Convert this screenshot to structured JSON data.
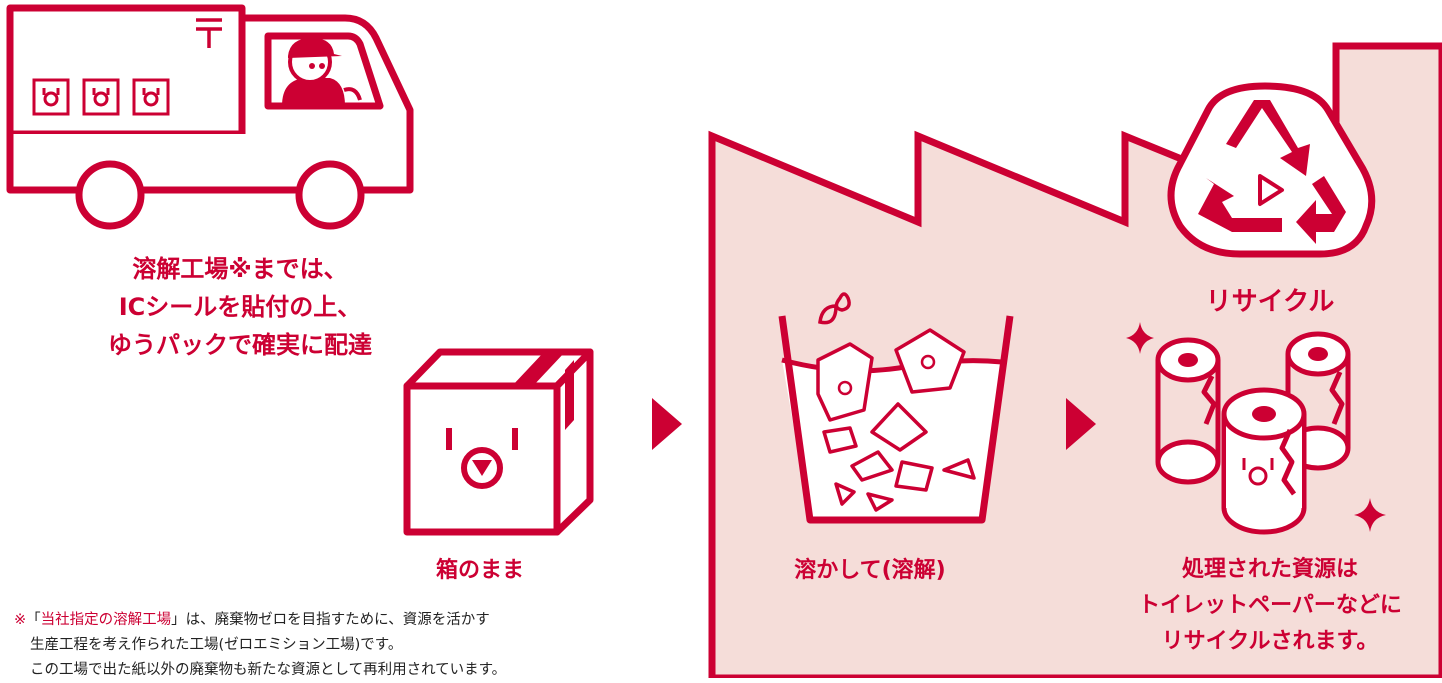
{
  "colors": {
    "accent": "#cc0033",
    "factory_fill": "#f5ddd9",
    "text_dark": "#222222"
  },
  "icons": [
    "truck-icon",
    "driver-icon",
    "postal-mark-icon",
    "cardboard-box-icon",
    "recycle-icon",
    "dissolving-tank-icon",
    "toilet-paper-rolls-icon",
    "sparkle-icon",
    "arrow-right-icon"
  ],
  "truck_caption": {
    "line1_red": "溶解工場",
    "line1_mark": "※",
    "line1_rest": "までは、",
    "line2": "ICシールを貼付の上、",
    "line3": "ゆうパックで確実に配達"
  },
  "box_caption": "箱のまま",
  "dissolve_caption": "溶かして(溶解)",
  "recycle_label": "リサイクル",
  "result_caption": {
    "line1": "処理された資源は",
    "line2": "トイレットペーパーなどに",
    "line3": "リサイクルされます。"
  },
  "footnote": {
    "mark": "※",
    "open_bracket": "「",
    "highlight": "当社指定の溶解工場",
    "close_bracket": "」",
    "line1_rest": "は、廃棄物ゼロを目指すために、資源を活かす",
    "line2": "生産工程を考え作られた工場(ゼロエミション工場)です。",
    "line3": "この工場で出た紙以外の廃棄物も新たな資源として再利用されています。"
  }
}
